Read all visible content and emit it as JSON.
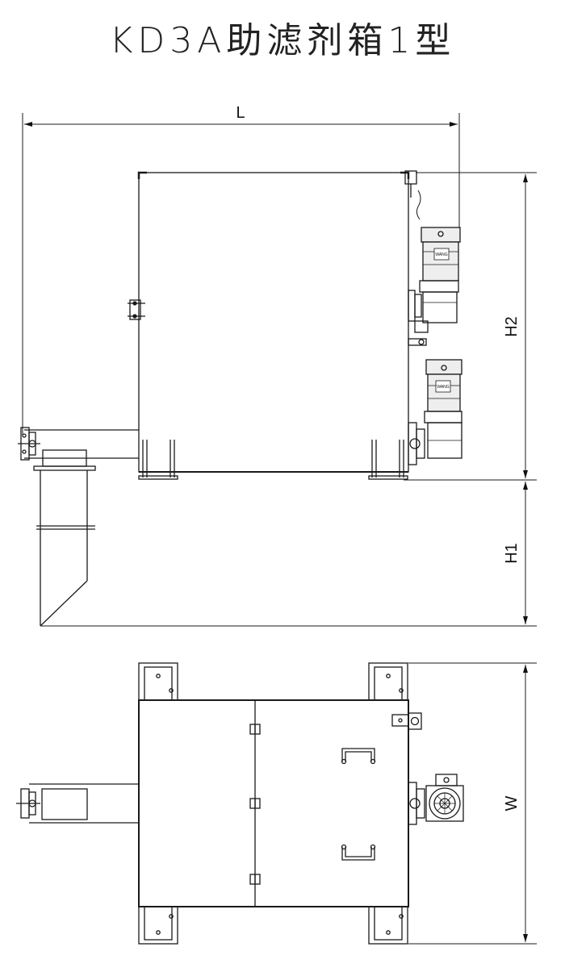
{
  "title": "KD3A助滤剂箱1型",
  "dimensions": {
    "length": "L",
    "height_upper": "H2",
    "height_lower": "H1",
    "width": "W"
  },
  "motor_label": "WANG",
  "colors": {
    "line": "#1a1a1a",
    "motor_fill": "#eeeeee",
    "background": "#ffffff"
  }
}
